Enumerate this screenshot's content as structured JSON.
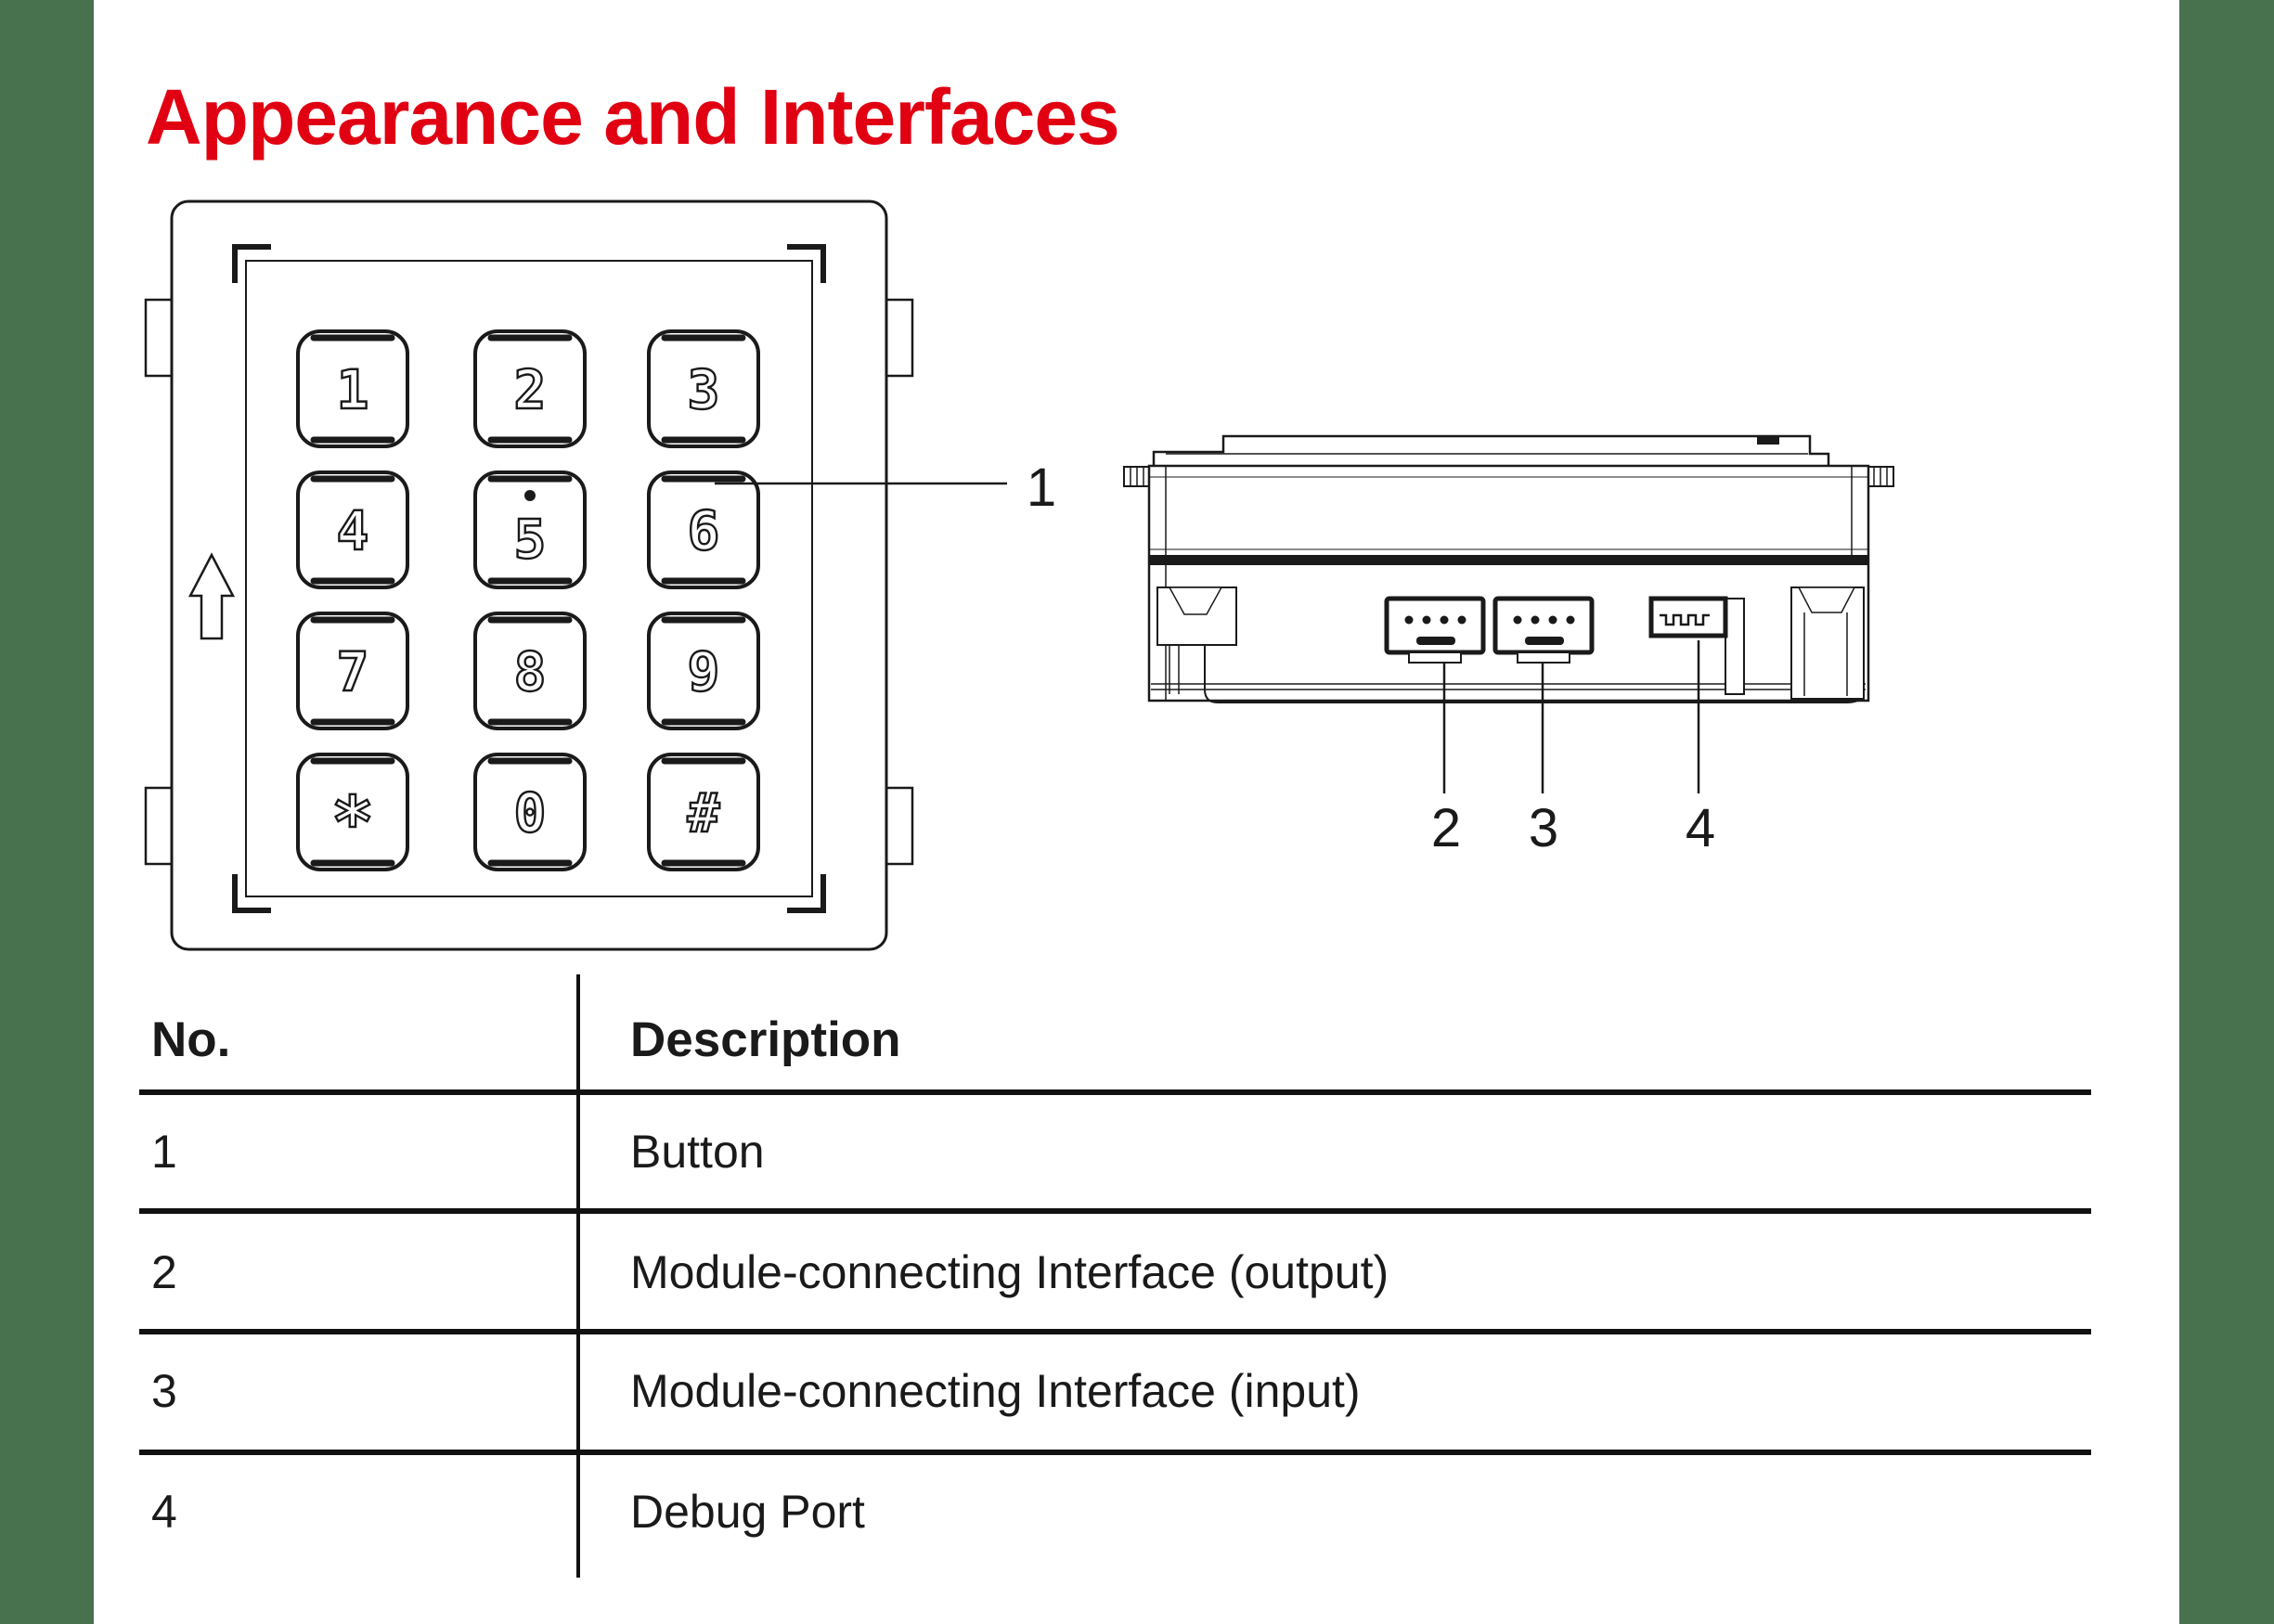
{
  "page": {
    "title": "Appearance and Interfaces",
    "colors": {
      "title_red": "#e10012",
      "margin_green": "#48714e",
      "line_ink": "#1a1a1a"
    }
  },
  "front_view": {
    "keys": [
      "1",
      "2",
      "3",
      "4",
      "5",
      "6",
      "7",
      "8",
      "9",
      "*",
      "0",
      "#"
    ],
    "callout": "1"
  },
  "side_view": {
    "callouts": [
      "2",
      "3",
      "4"
    ]
  },
  "table": {
    "headers": {
      "no": "No.",
      "description": "Description"
    },
    "rows": [
      {
        "no": "1",
        "description": "Button"
      },
      {
        "no": "2",
        "description": "Module-connecting Interface (output)"
      },
      {
        "no": "3",
        "description": "Module-connecting Interface (input)"
      },
      {
        "no": "4",
        "description": "Debug Port"
      }
    ]
  }
}
